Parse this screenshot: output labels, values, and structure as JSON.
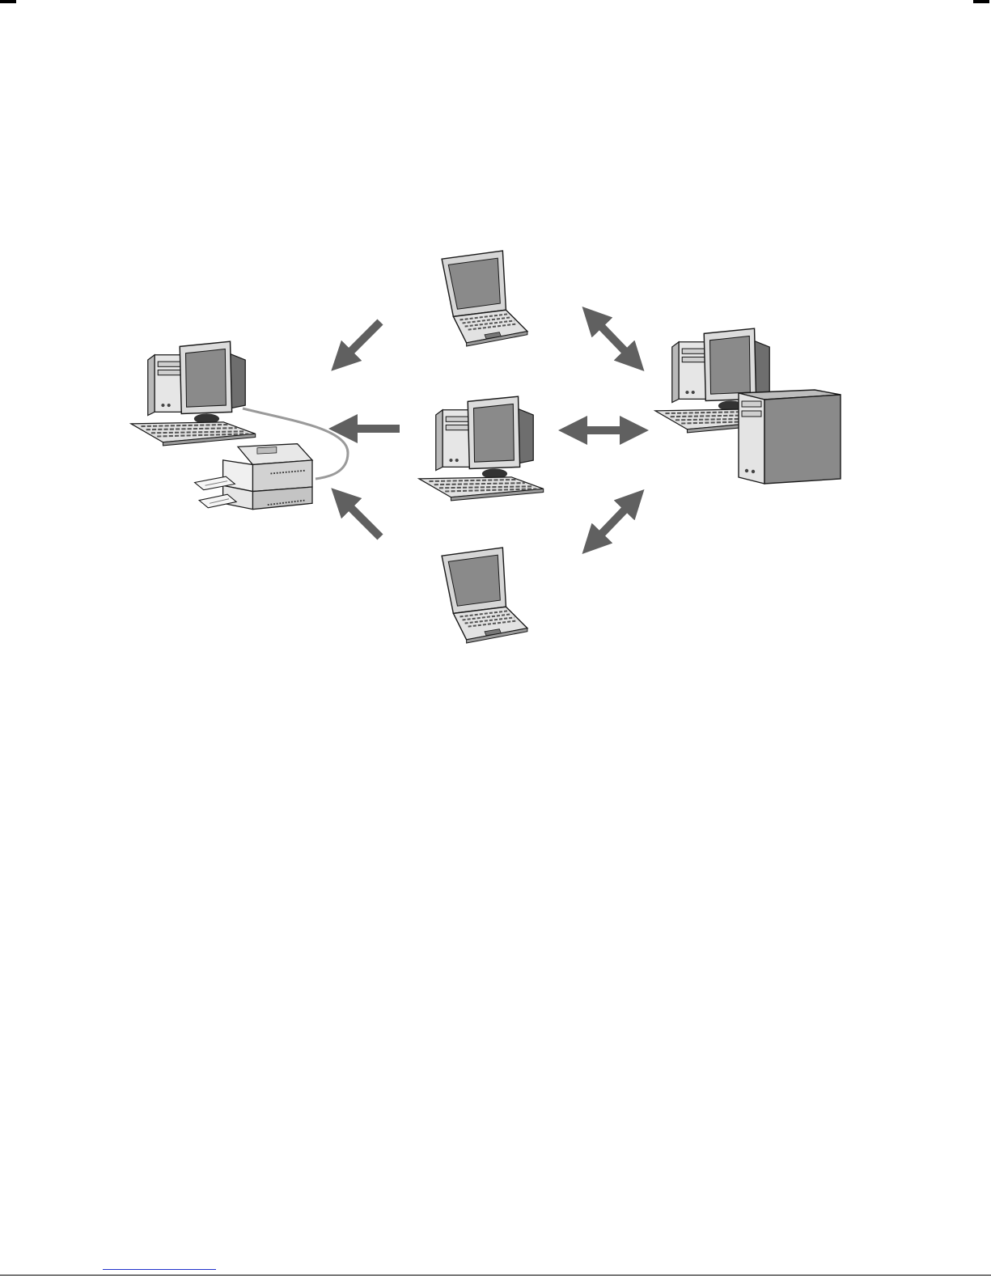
{
  "figure": {
    "devices": [
      {
        "id": "laptop-top",
        "kind": "laptop-icon"
      },
      {
        "id": "pc-left-with-printer",
        "kind": "desktop-computer-icon"
      },
      {
        "id": "printer",
        "kind": "printer-icon"
      },
      {
        "id": "pc-center",
        "kind": "desktop-computer-icon"
      },
      {
        "id": "pc-right-tower",
        "kind": "desktop-computer-icon"
      },
      {
        "id": "laptop-bottom",
        "kind": "laptop-icon"
      }
    ],
    "connections": [
      {
        "from": "laptop-top",
        "to": "pc-left-with-printer",
        "type": "one-way"
      },
      {
        "from": "pc-center",
        "to": "pc-left-with-printer",
        "type": "one-way"
      },
      {
        "from": "laptop-bottom",
        "to": "pc-left-with-printer",
        "type": "one-way"
      },
      {
        "from": "laptop-top",
        "to": "pc-right-tower",
        "type": "two-way"
      },
      {
        "from": "pc-center",
        "to": "pc-right-tower",
        "type": "two-way"
      },
      {
        "from": "laptop-bottom",
        "to": "pc-right-tower",
        "type": "two-way"
      },
      {
        "from": "pc-left-with-printer",
        "to": "printer",
        "type": "cable"
      }
    ],
    "colors": {
      "arrow": "#606060",
      "screen": "#8a8a8a",
      "case_light": "#e4e4e4",
      "case_mid": "#c8c8c8",
      "case_dark": "#6e6e6e",
      "outline": "#1a1a1a",
      "cable": "#9a9a9a"
    }
  }
}
